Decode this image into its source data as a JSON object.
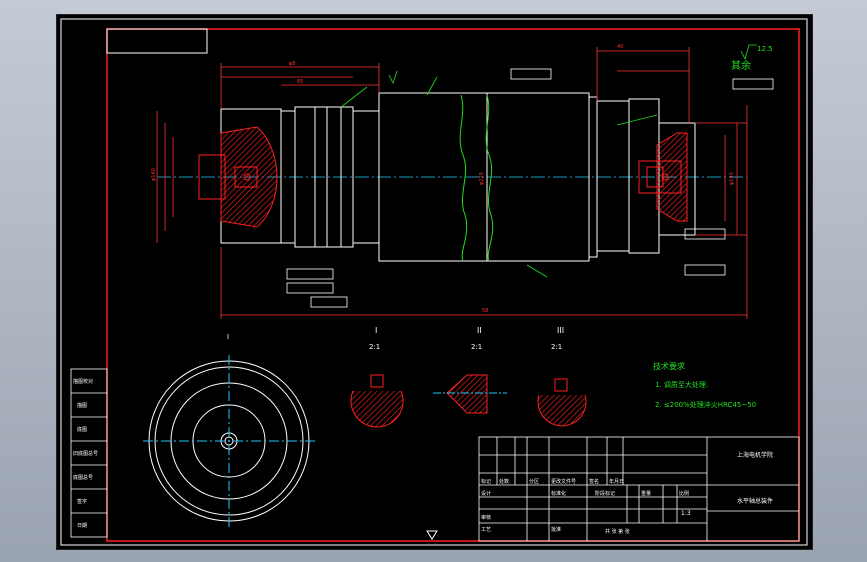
{
  "colors": {
    "background": "#000000",
    "border": "#ff2020",
    "outline": "#ffffff",
    "dimension": "#ff3030",
    "annotation": "#20e020",
    "centerline": "#20c8ff",
    "hatch": "#ff2020"
  },
  "tech_requirements": {
    "title": "技术要求",
    "line1": "1. 调质至大处理.",
    "line2": "2. ≤200%处理淬火HRC45~50"
  },
  "sections": {
    "I": {
      "label": "I",
      "scale": "2:1"
    },
    "II": {
      "label": "II",
      "scale": "2:1"
    },
    "III": {
      "label": "III",
      "scale": "2:1"
    }
  },
  "surface_finish": {
    "other": "其余",
    "value": "12.5"
  },
  "title_block": {
    "company": "上海电机学院",
    "part_name": "水平轴总装件",
    "stage_mark": "阶段标记",
    "weight": "重量",
    "scale": "比例",
    "scale_value": "1:3",
    "sheets": "共 张 第 张",
    "labels": [
      "标记",
      "处数",
      "分区",
      "更改文件号",
      "签名",
      "年月日"
    ],
    "designer": "设计",
    "standardize": "标准化",
    "review": "审核",
    "process": "工艺",
    "approve": "批准"
  },
  "sidebar_labels": [
    "描图校对",
    "描图",
    "底图",
    "旧底图总号",
    "底图总号",
    "签字",
    "日期"
  ],
  "section_marks": {
    "main": "I",
    "sec2": "II",
    "sec3": "III"
  }
}
